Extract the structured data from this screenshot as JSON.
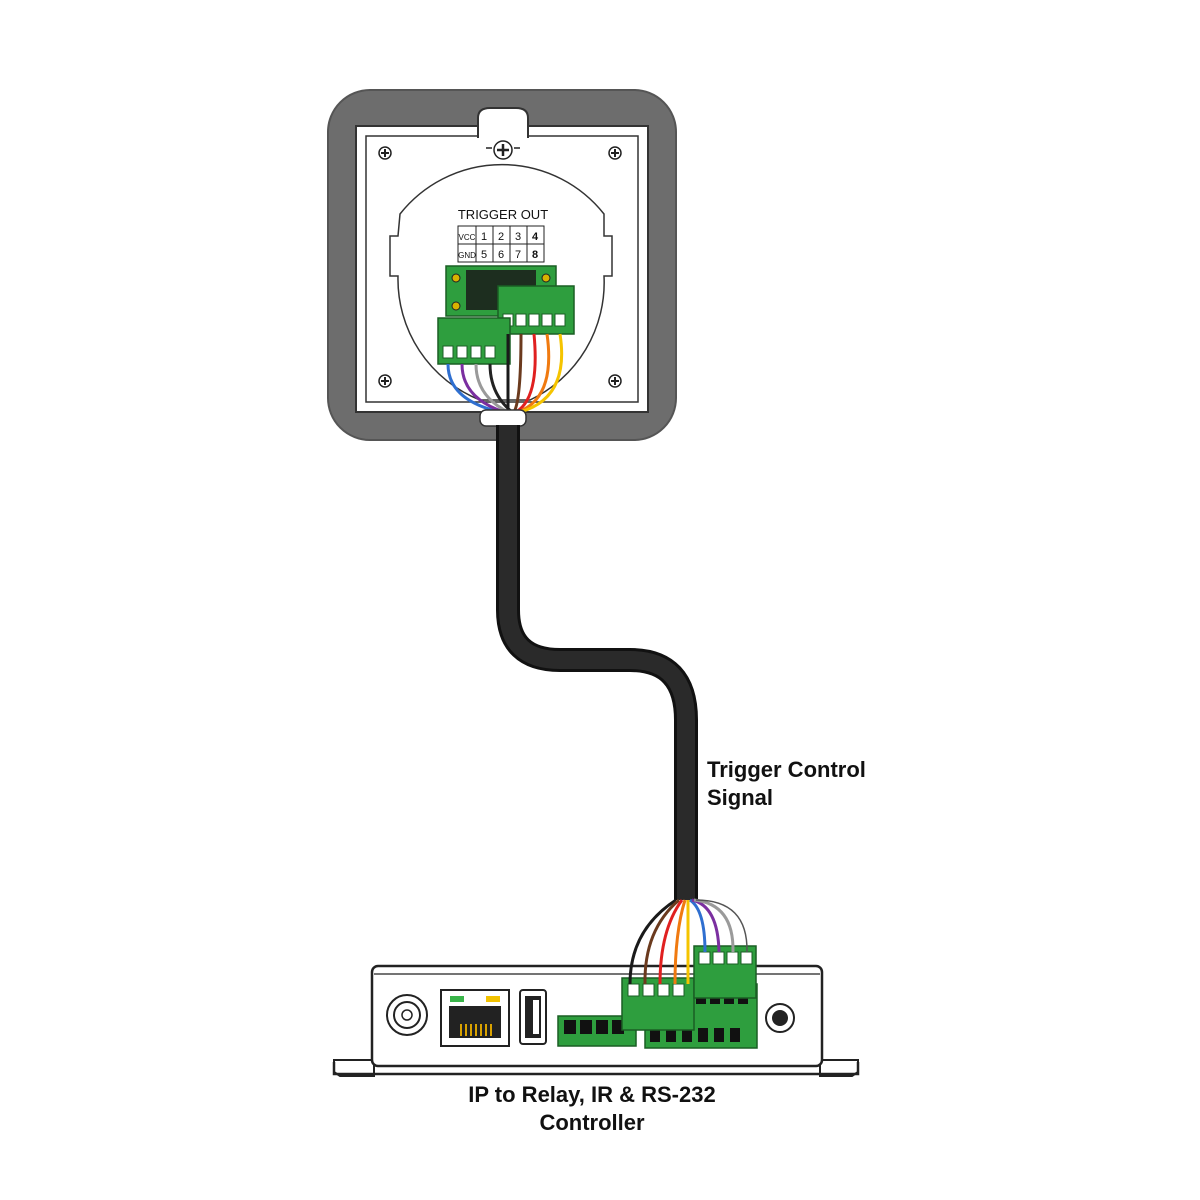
{
  "panel": {
    "trigger_title": "TRIGGER OUT",
    "table": {
      "row1": [
        "VCC",
        "1",
        "2",
        "3",
        "4"
      ],
      "row2": [
        "GND",
        "5",
        "6",
        "7",
        "8"
      ]
    }
  },
  "cable": {
    "label_line1": "Trigger Control",
    "label_line2": "Signal",
    "wire_colors": [
      "#1a1a1a",
      "#6b3a1e",
      "#e02020",
      "#f07a10",
      "#f5c400",
      "#2f6fd0",
      "#7b2fa0",
      "#9a9a9a",
      "#ffffff"
    ]
  },
  "controller": {
    "label_line1": "IP to Relay, IR & RS-232",
    "label_line2": "Controller"
  },
  "colors": {
    "plate": "#6d6d6d",
    "terminal_green": "#2e9e3e",
    "cable_black": "#1f1f1f"
  },
  "icons": [
    "screw-icon",
    "rj45-port-icon",
    "usb-port-icon",
    "power-jack-icon",
    "audio-jack-icon"
  ]
}
